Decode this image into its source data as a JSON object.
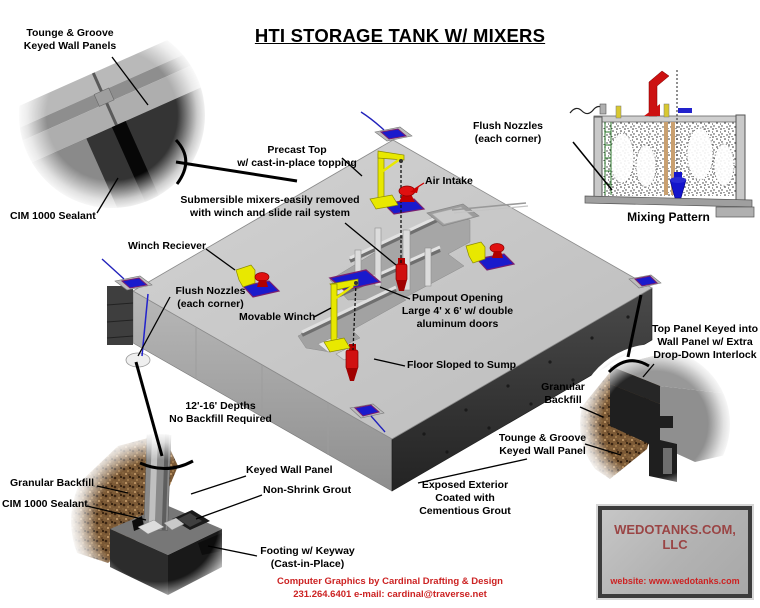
{
  "title": "HTI STORAGE TANK W/ MIXERS",
  "labels": {
    "tl_panels": "Tounge & Groove\nKeyed Wall Panels",
    "tl_sealant": "CIM 1000 Sealant",
    "precast_top": "Precast Top\nw/ cast-in-place topping",
    "flush_nozzles_tr": "Flush Nozzles\n(each corner)",
    "mixing_pattern": "Mixing Pattern",
    "air_intake": "Air Intake",
    "submersible": "Submersible mixers-easily removed\nwith winch and slide rail system",
    "winch_receiver": "Winch Reciever",
    "flush_nozzles_left": "Flush Nozzles\n(each corner)",
    "movable_winch": "Movable Winch",
    "pumpout": "Pumpout Opening\nLarge 4' x 6' w/ double\naluminum doors",
    "floor_sloped": "Floor Sloped to Sump",
    "depths": "12'-16' Depths\nNo Backfill Required",
    "top_panel_keyed": "Top Panel Keyed into\nWall Panel w/ Extra\nDrop-Down Interlock",
    "granular_backfill_right": "Granular\nBackfill",
    "tongue_groove_right": "Tounge & Groove\nKeyed Wall Panel",
    "exposed_exterior": "Exposed Exterior\nCoated with\nCementious Grout",
    "granular_backfill_left": "Granular Backfill",
    "cim_sealant_bl": "CIM 1000 Sealant",
    "keyed_wall_panel": "Keyed Wall Panel",
    "non_shrink_grout": "Non-Shrink Grout",
    "footing": "Footing w/ Keyway\n(Cast-in-Place)"
  },
  "branding": {
    "company": "WEDOTANKS.COM, LLC",
    "website": "website: www.wedotanks.com"
  },
  "credits": "Computer Graphics by Cardinal Drafting & Design\n231.264.6401  e-mail: cardinal@traverse.net",
  "colors": {
    "accent_red": "#cc2222",
    "brand_maroon": "#9a4545",
    "hatch_blue": "#1a1acc",
    "winch_yellow": "#e8e800",
    "marker_red": "#dd1010",
    "label_black": "#000000"
  }
}
